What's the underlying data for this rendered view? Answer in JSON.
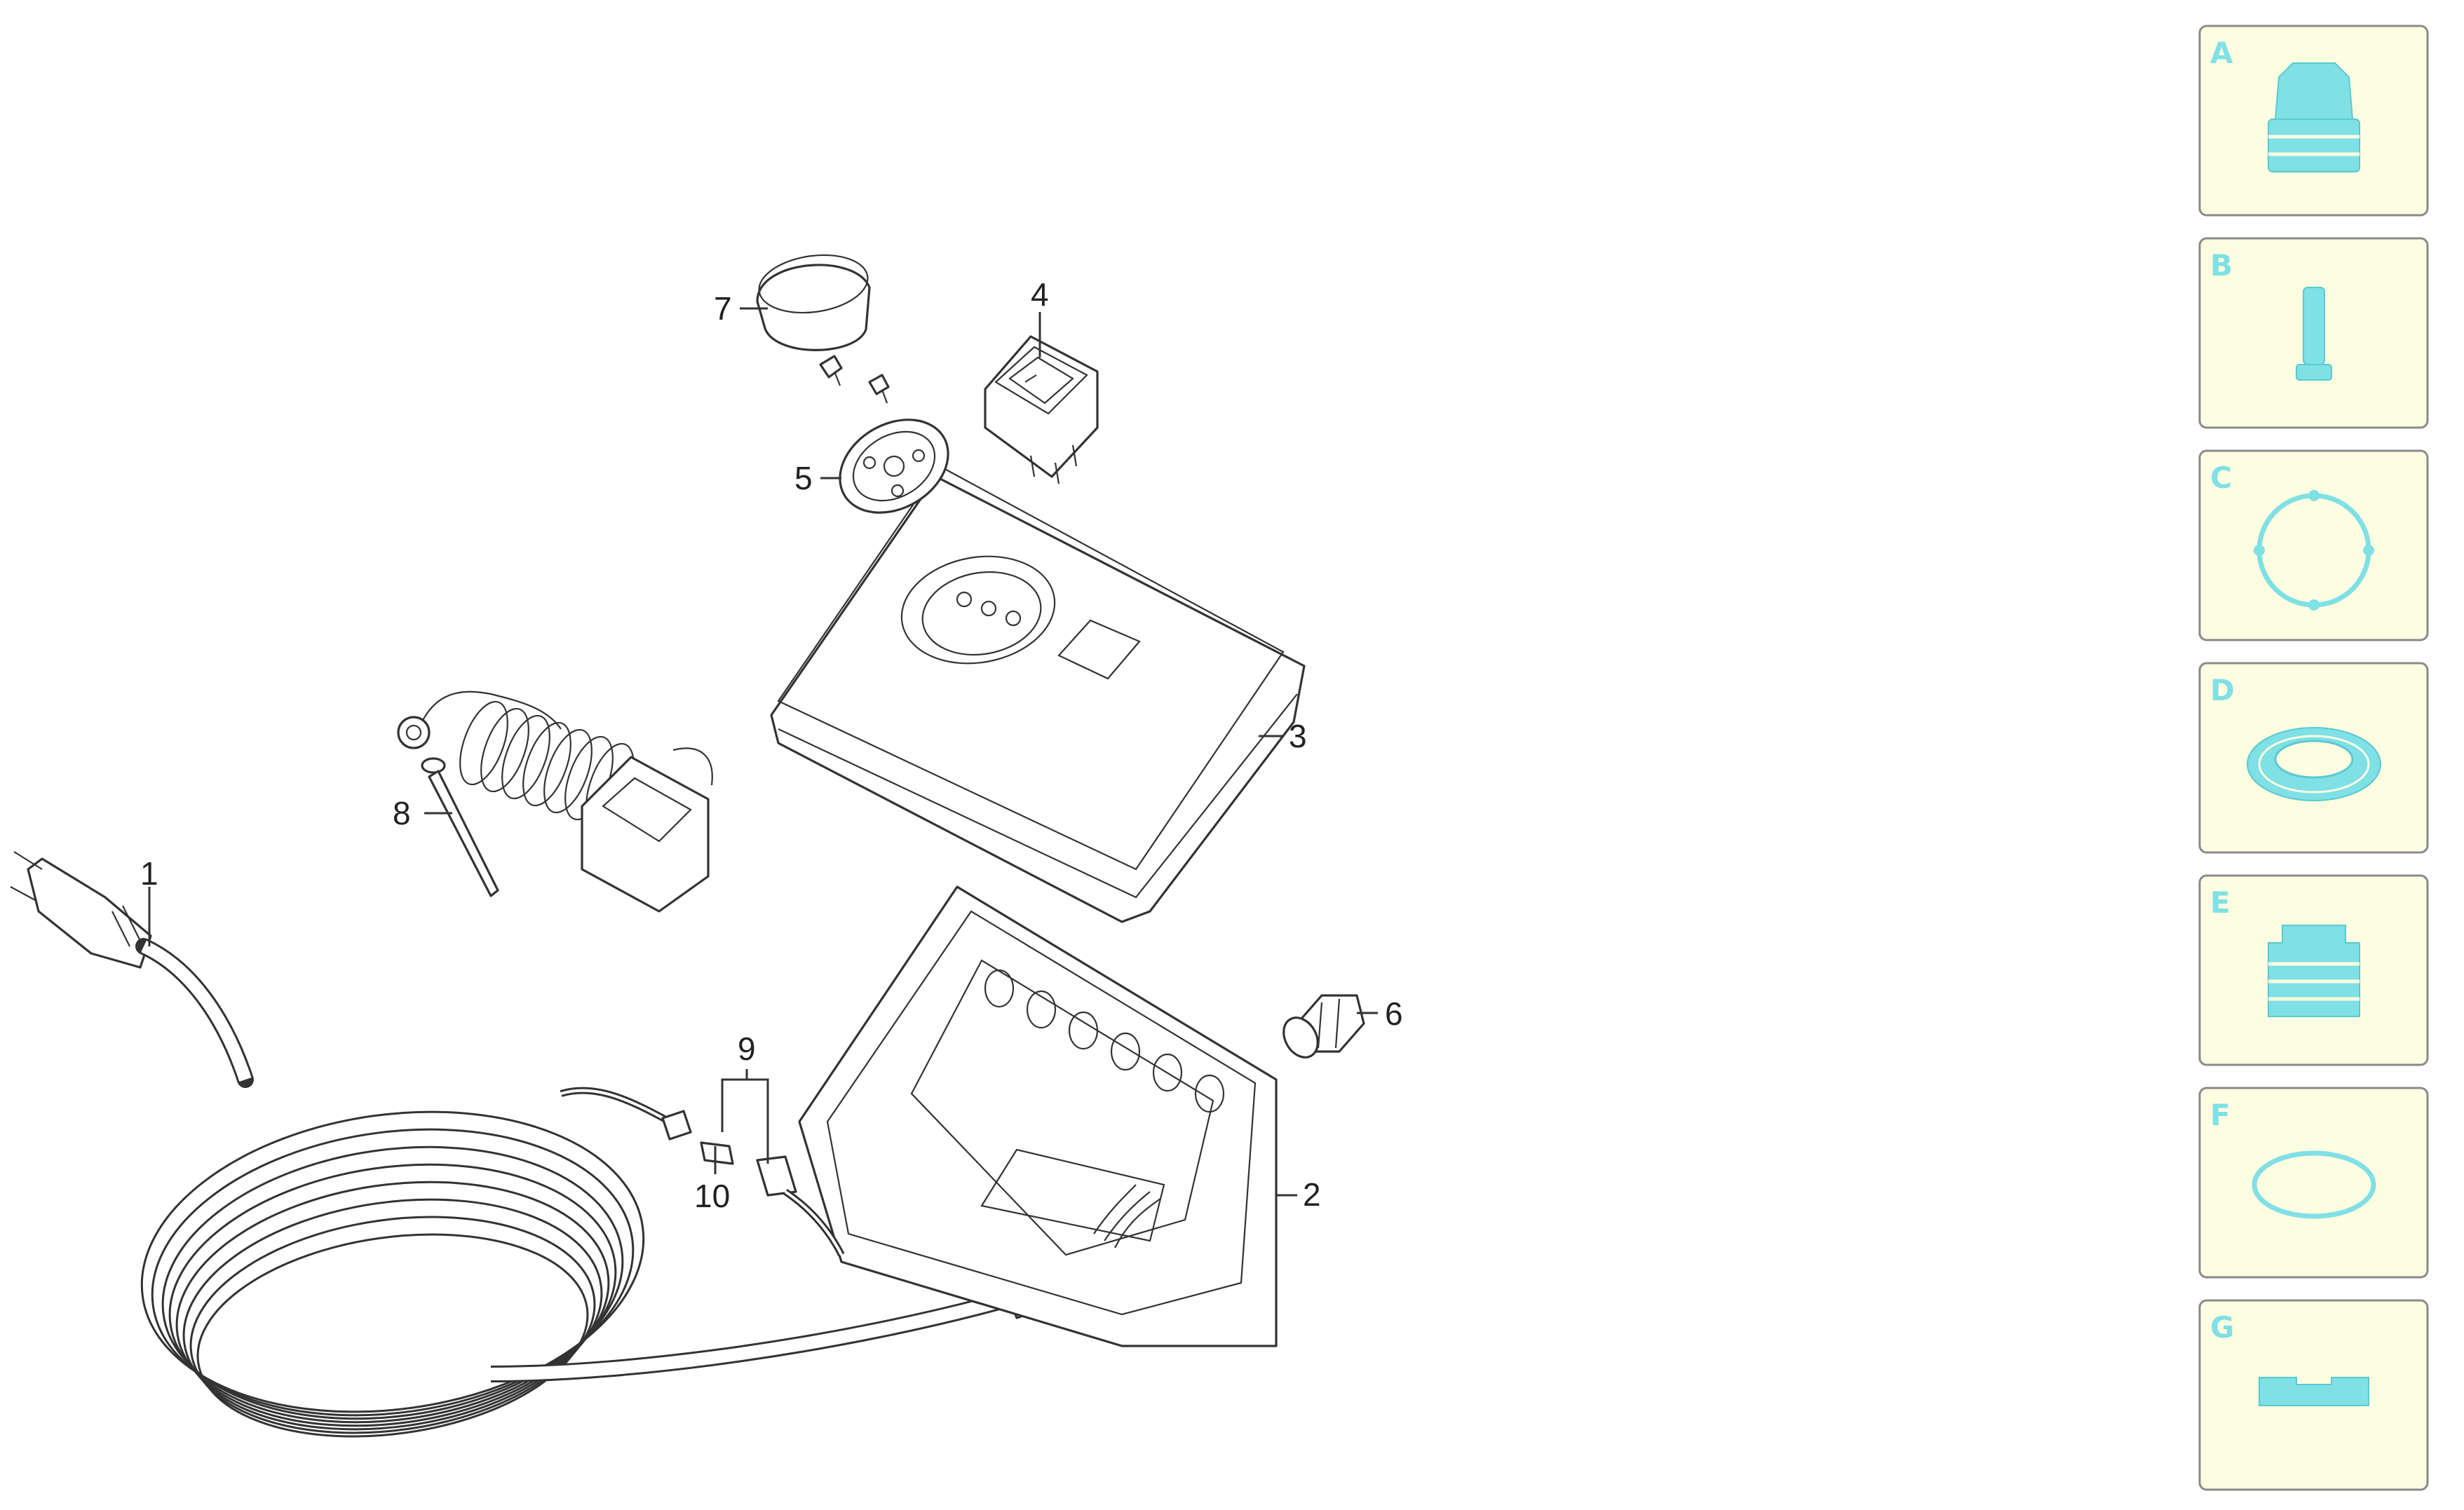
{
  "callouts": {
    "c1": "1",
    "c2": "2",
    "c3": "3",
    "c4": "4",
    "c5": "5",
    "c6": "6",
    "c7": "7",
    "c8": "8",
    "c9": "9",
    "c10": "10"
  },
  "legend": {
    "items": [
      {
        "letter": "A",
        "icon": "nozzle-icon"
      },
      {
        "letter": "B",
        "icon": "pin-icon"
      },
      {
        "letter": "C",
        "icon": "gasket-icon"
      },
      {
        "letter": "D",
        "icon": "seal-ring-icon"
      },
      {
        "letter": "E",
        "icon": "bellows-icon"
      },
      {
        "letter": "F",
        "icon": "o-ring-icon"
      },
      {
        "letter": "G",
        "icon": "plate-icon"
      }
    ],
    "accent": "#7fe0e6",
    "card_bg": "#fdfde1"
  }
}
